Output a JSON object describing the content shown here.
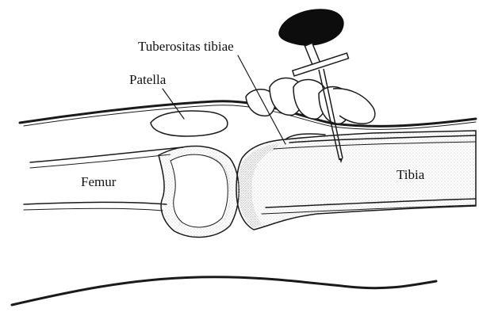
{
  "labels": {
    "tuberositas": "Tuberositas tibiae",
    "patella": "Patella",
    "femur": "Femur",
    "tibia": "Tibia"
  },
  "colors": {
    "ink": "#1a1a1a",
    "bone_fill": "#f2f2f2",
    "marrow_stipple": "#c8c8c8",
    "instrument_handle": "#0d0d0d",
    "background": "#ffffff"
  }
}
